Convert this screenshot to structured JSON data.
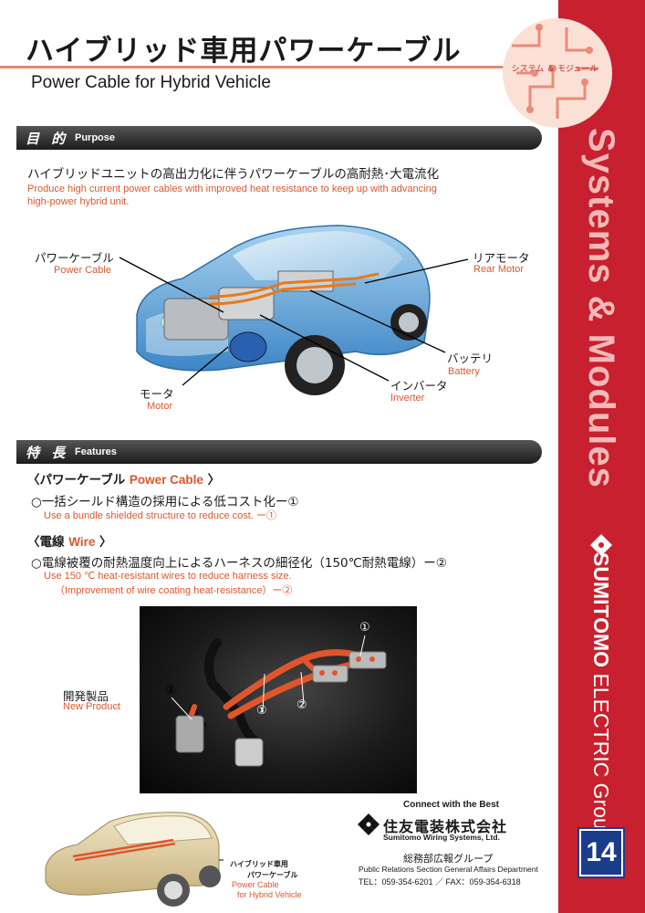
{
  "title": {
    "jp": "ハイブリッド車用パワーケーブル",
    "en": "Power Cable for Hybrid Vehicle"
  },
  "category_badge": "システム ＆ モジュール",
  "side": {
    "vertical_title": "Systems & Modules",
    "brand_bold": "SUMITOMO",
    "brand_rest": " ELECTRIC Group",
    "page_number": "14"
  },
  "purpose": {
    "heading_jp": "目 的",
    "heading_en": "Purpose",
    "text_jp": "ハイブリッドユニットの高出力化に伴うパワーケーブルの高耐熱･大電流化",
    "text_en_line1": "Produce high current power cables with improved heat resistance to keep up with advancing",
    "text_en_line2": "high-power hybrid unit."
  },
  "callouts": {
    "power_cable": {
      "jp": "パワーケーブル",
      "en": "Power Cable"
    },
    "rear_motor": {
      "jp": "リアモータ",
      "en": "Rear Motor"
    },
    "battery": {
      "jp": "バッテリ",
      "en": "Battery"
    },
    "inverter": {
      "jp": "インバータ",
      "en": "Inverter"
    },
    "motor": {
      "jp": "モータ",
      "en": "Motor"
    }
  },
  "features": {
    "heading_jp": "特 長",
    "heading_en": "Features",
    "power_cable_head_jp_open": "〈パワーケーブル ",
    "power_cable_head_en": "Power Cable",
    "power_cable_head_close": " 〉",
    "item1_jp": "○一括シールド構造の採用による低コスト化ー①",
    "item1_en": "Use a bundle shielded structure to reduce cost. ー①",
    "wire_head_jp_open": "〈電線 ",
    "wire_head_en": "Wire",
    "wire_head_close": " 〉",
    "item2_jp": "○電線被覆の耐熱温度向上によるハーネスの細径化（150℃耐熱電線）ー②",
    "item2_en_line1": "Use 150 ℃ heat-resistant wires to reduce harness size.",
    "item2_en_line2": "（Improvement of wire coating heat-resistance）ー②"
  },
  "product_photo": {
    "markers": [
      "①",
      "②",
      "②",
      "①"
    ],
    "new_product_jp": "開発製品",
    "new_product_en": "New Product"
  },
  "footer": {
    "car_label_jp1": "ハイブリッド車用",
    "car_label_jp2": "パワーケーブル",
    "car_label_en1": "Power Cable",
    "car_label_en2": "for Hybrid Vehicle",
    "connect": "Connect with the Best",
    "company_jp": "住友電装株式会社",
    "company_en": "Sumitomo Wiring Systems, Ltd.",
    "dept_jp": "総務部広報グループ",
    "dept_en": "Public Relations Section General Affairs Department",
    "tel": "TEL：059-354-6201 ／ FAX：059-354-6318"
  },
  "colors": {
    "side_red": "#c8202e",
    "accent_orange": "#e0552c",
    "navy": "#1b3c8a"
  }
}
